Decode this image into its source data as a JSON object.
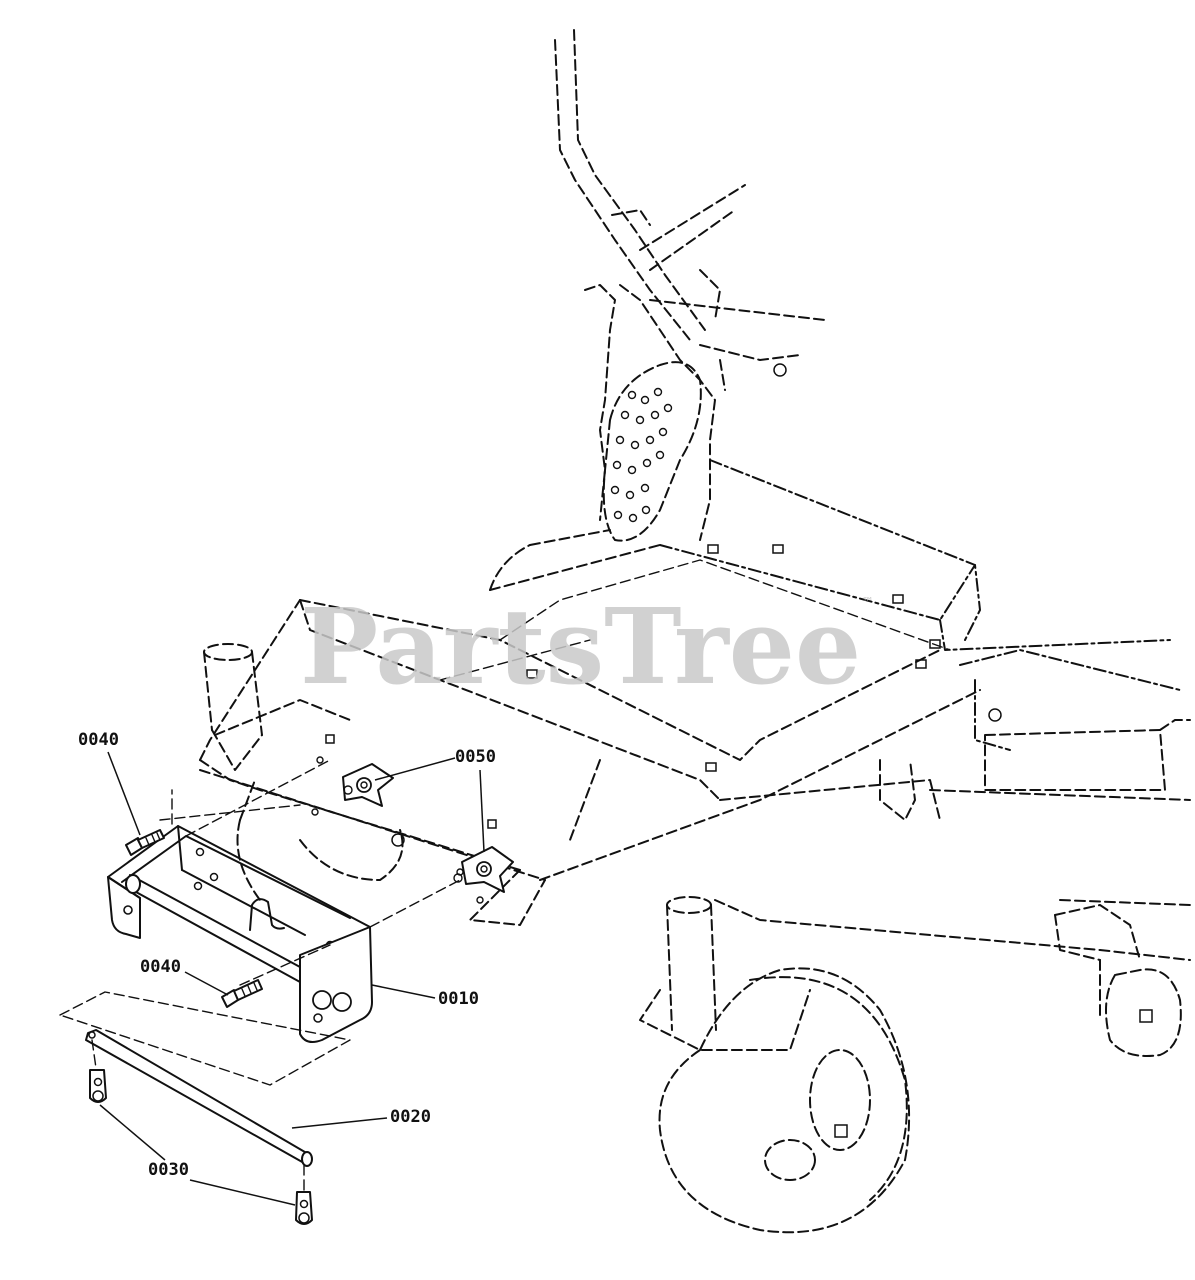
{
  "watermark": {
    "text": "PartsTree",
    "trademark": "™"
  },
  "callouts": [
    {
      "id": "c1",
      "label": "0040"
    },
    {
      "id": "c2",
      "label": "0050"
    },
    {
      "id": "c3",
      "label": "0040"
    },
    {
      "id": "c4",
      "label": "0010"
    },
    {
      "id": "c5",
      "label": "0020"
    },
    {
      "id": "c6",
      "label": "0030"
    }
  ]
}
